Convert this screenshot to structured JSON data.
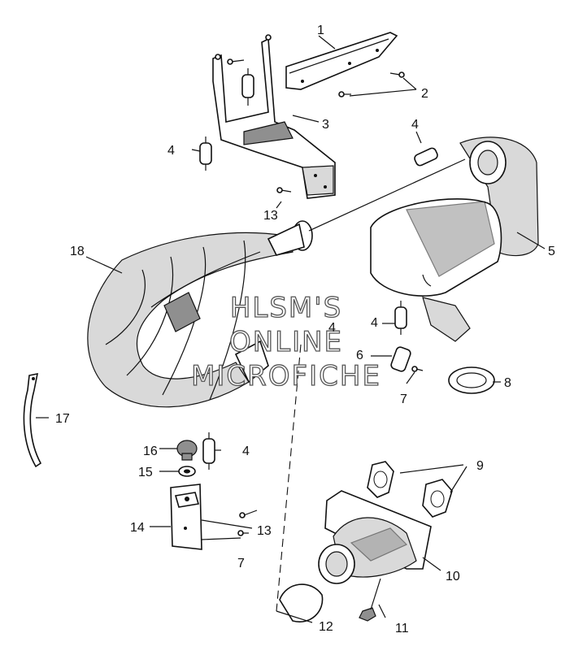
{
  "watermark": {
    "line1": "HLSM'S",
    "line2": "ONLINE",
    "line3": "MICROFICHE"
  },
  "callouts": [
    {
      "id": "c1",
      "label": "1"
    },
    {
      "id": "c2",
      "label": "2"
    },
    {
      "id": "c3",
      "label": "3"
    },
    {
      "id": "c4a",
      "label": "4"
    },
    {
      "id": "c4b",
      "label": "4"
    },
    {
      "id": "c4c",
      "label": "4"
    },
    {
      "id": "c4d",
      "label": "4"
    },
    {
      "id": "c4e",
      "label": "4"
    },
    {
      "id": "c5",
      "label": "5"
    },
    {
      "id": "c6",
      "label": "6"
    },
    {
      "id": "c7a",
      "label": "7"
    },
    {
      "id": "c7b",
      "label": "7"
    },
    {
      "id": "c8",
      "label": "8"
    },
    {
      "id": "c9",
      "label": "9"
    },
    {
      "id": "c10",
      "label": "10"
    },
    {
      "id": "c11",
      "label": "11"
    },
    {
      "id": "c12",
      "label": "12"
    },
    {
      "id": "c13a",
      "label": "13"
    },
    {
      "id": "c13b",
      "label": "13"
    },
    {
      "id": "c14",
      "label": "14"
    },
    {
      "id": "c15",
      "label": "15"
    },
    {
      "id": "c16",
      "label": "16"
    },
    {
      "id": "c17",
      "label": "17"
    },
    {
      "id": "c18",
      "label": "18"
    }
  ]
}
